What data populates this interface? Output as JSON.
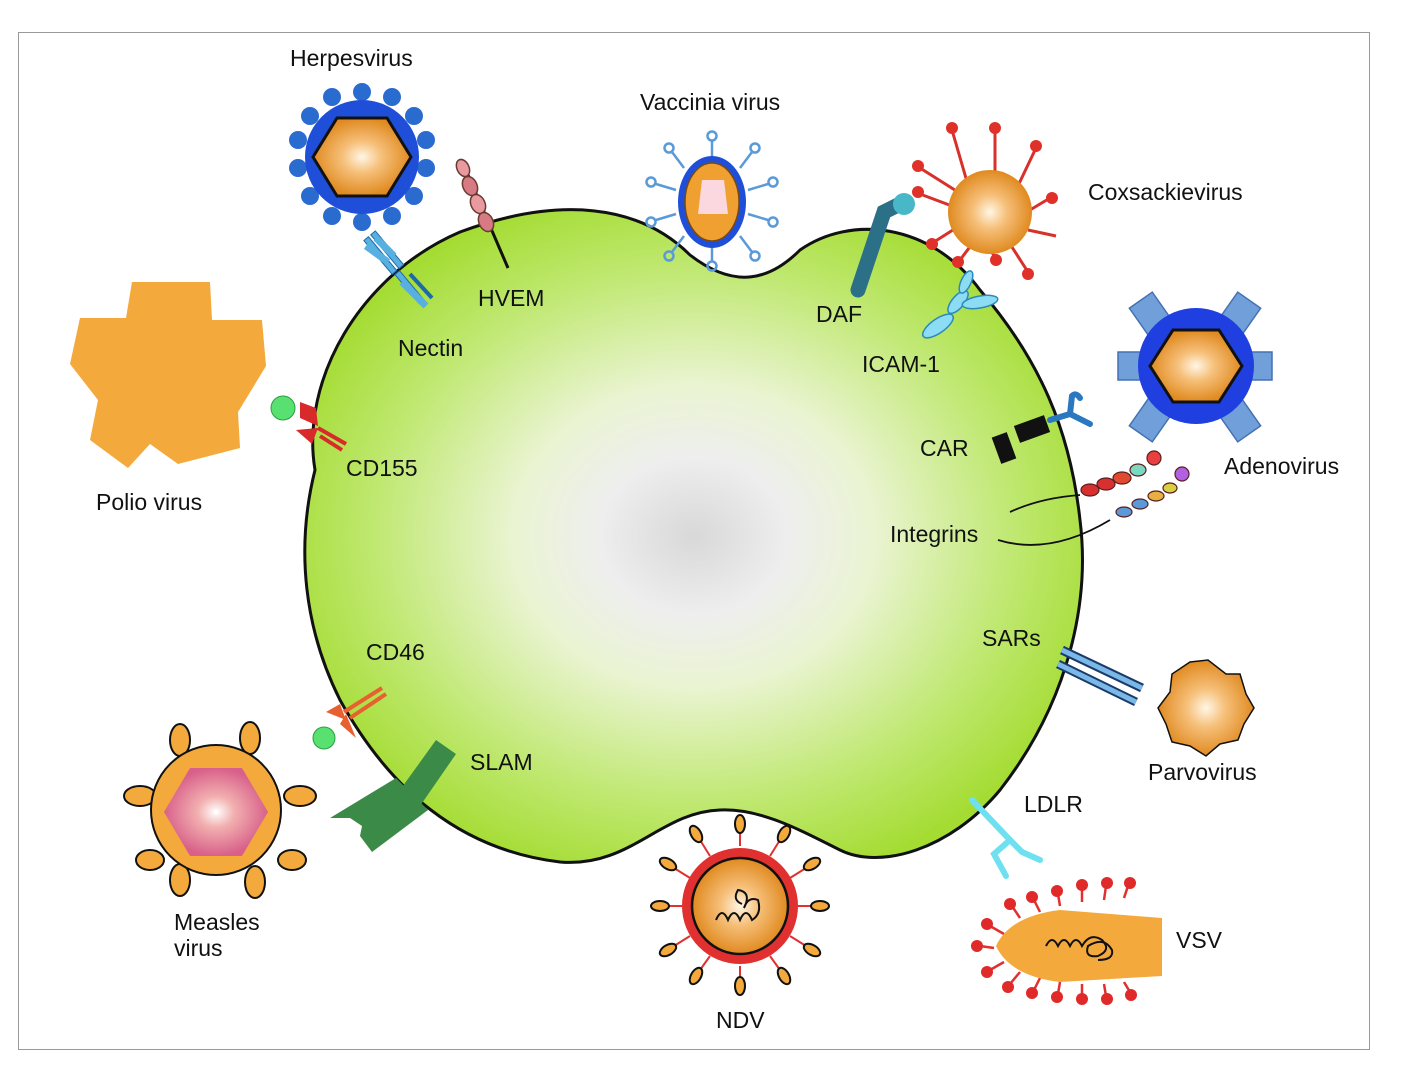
{
  "labels": {
    "herpesvirus": "Herpesvirus",
    "vaccinia": "Vaccinia virus",
    "coxsackie": "Coxsackievirus",
    "adenovirus": "Adenovirus",
    "polio": "Polio virus",
    "measles_line1": "Measles",
    "measles_line2": "virus",
    "ndv": "NDV",
    "vsv": "VSV",
    "parvovirus": "Parvovirus",
    "hvem": "HVEM",
    "nectin": "Nectin",
    "cd155": "CD155",
    "cd46": "CD46",
    "slam": "SLAM",
    "daf": "DAF",
    "icam1": "ICAM-1",
    "car": "CAR",
    "integrins": "Integrins",
    "sars": "SARs",
    "ldlr": "LDLR"
  },
  "colors": {
    "cell_green": "#a8e03a",
    "virus_orange": "#f0a030",
    "capsid_blue": "#1f4fd8",
    "receptor_red": "#d8362a",
    "slam_green": "#3c8a48",
    "daf_teal": "#2c7088",
    "ldlr_cyan": "#6ee0f0"
  }
}
